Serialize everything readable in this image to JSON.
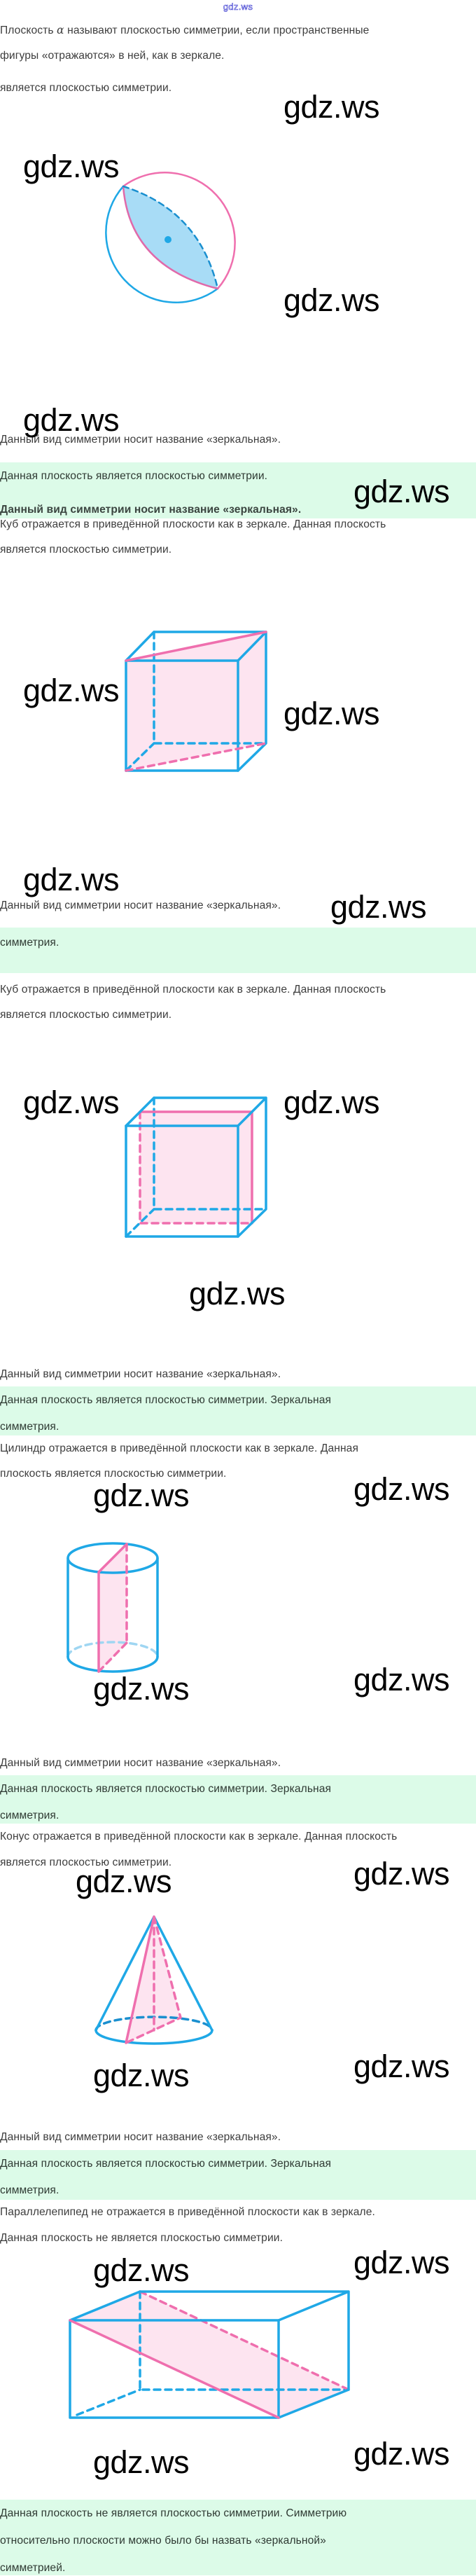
{
  "header": {
    "site": "gdz.ws"
  },
  "watermark": "gdz.ws",
  "intro": {
    "line1_a": "Плоскость",
    "alpha": "α",
    "line1_b": "называют плоскостью симметрии, если пространственные",
    "line2": "фигуры «отражаются» в ней, как в зеркале.",
    "line3": "является плоскостью симметрии."
  },
  "sphere": {
    "caption": "Данный вид симметрии носит название «зеркальная».",
    "answer": [
      "Данная плоскость является плоскостью симметрии.",
      "Данный вид симметрии носит название «зеркальная»."
    ]
  },
  "cube1": {
    "text": [
      "Куб отражается в приведённой плоскости как в зеркале. Данная плоскость",
      "является плоскостью симметрии."
    ],
    "caption": "Данный вид симметрии носит название «зеркальная».",
    "answer": [
      "симметрия."
    ]
  },
  "cube2": {
    "text": [
      "Куб отражается в приведённой плоскости как в зеркале. Данная плоскость",
      "является плоскостью симметрии."
    ],
    "caption": "Данный вид симметрии носит название «зеркальная».",
    "answer": [
      "Данная плоскость является плоскостью симметрии. Зеркальная",
      "симметрия."
    ]
  },
  "cylinder": {
    "text": [
      "Цилиндр отражается в приведённой плоскости как в зеркале. Данная",
      "плоскость является плоскостью симметрии."
    ],
    "caption": "Данный вид симметрии носит название «зеркальная».",
    "answer": [
      "Данная плоскость является плоскостью симметрии. Зеркальная",
      "симметрия."
    ]
  },
  "cone": {
    "text": [
      "Конус отражается в приведённой плоскости как в зеркале. Данная плоскость",
      "является плоскостью симметрии."
    ],
    "caption": "Данный вид симметрии носит название «зеркальная».",
    "answer": [
      "Данная плоскость является плоскостью симметрии. Зеркальная",
      "симметрия."
    ]
  },
  "box": {
    "text": [
      "Параллелепипед не отражается в приведённой плоскости как в зеркале.",
      "Данная плоскость не является плоскостью симметрии."
    ],
    "answer": [
      "Данная плоскость не является плоскостью симметрии. Симметрию",
      "относительно плоскости можно было бы назвать «зеркальной»",
      "симметрией."
    ]
  },
  "colors": {
    "blue": "#1fa8e6",
    "pink": "#ef6fae",
    "pink_fill": "#fde4f0",
    "lens_fill": "#a8dcf6",
    "band": "#dcfbe8"
  }
}
